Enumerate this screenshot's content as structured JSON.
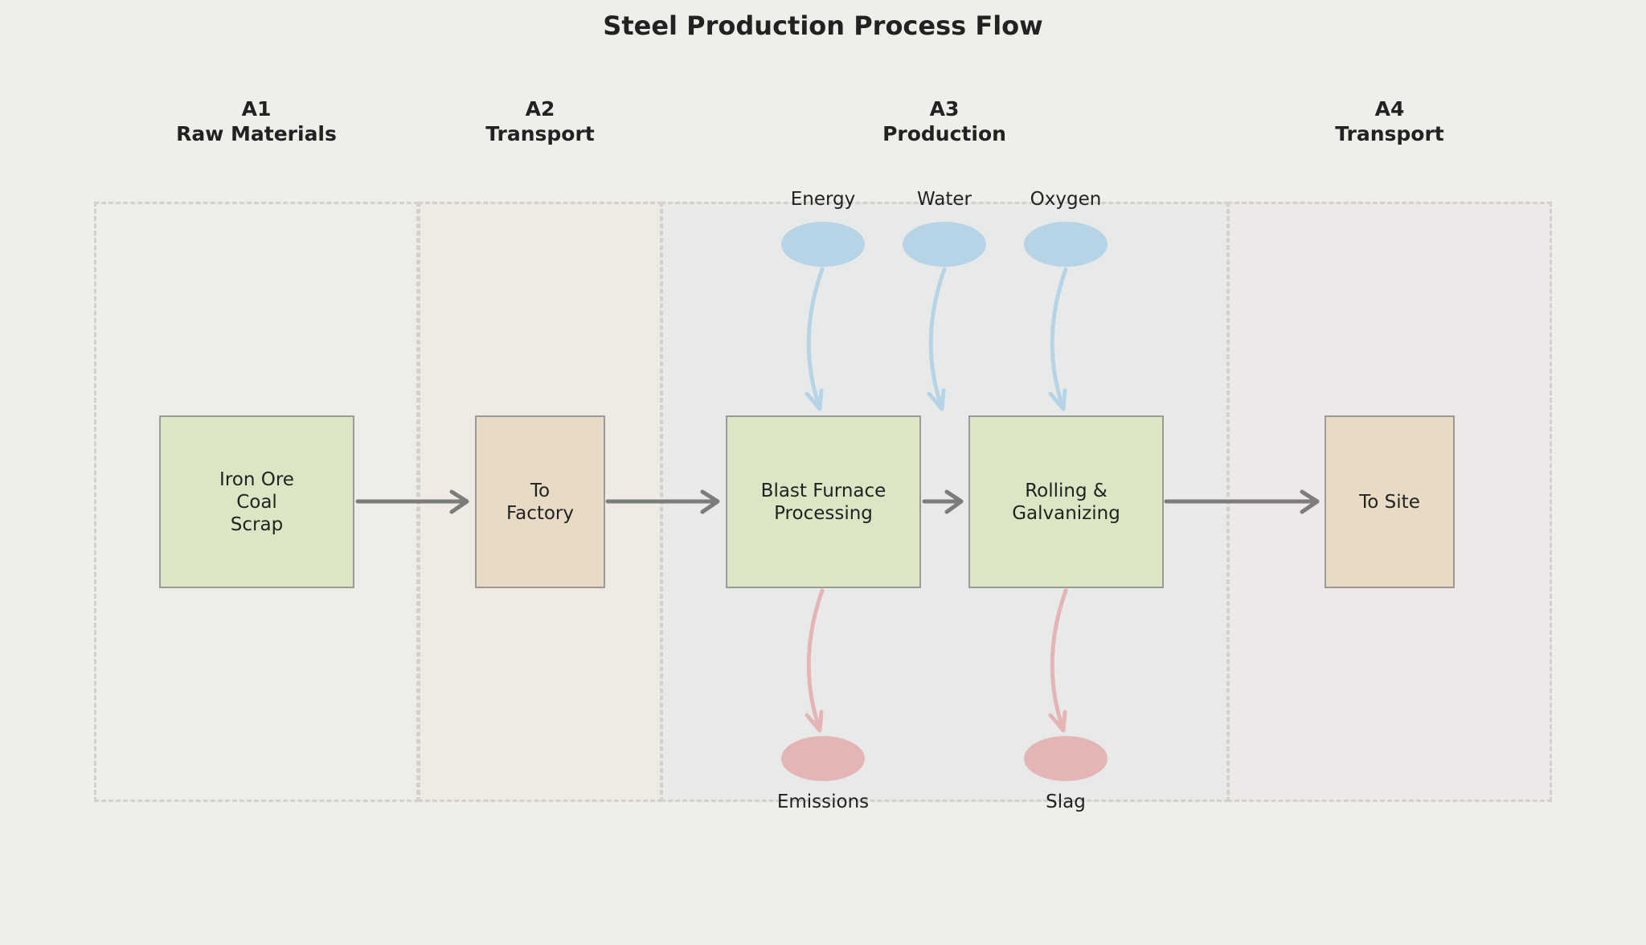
{
  "title": "Steel Production Process Flow",
  "stages": [
    {
      "code": "A1",
      "name": "Raw Materials"
    },
    {
      "code": "A2",
      "name": "Transport"
    },
    {
      "code": "A3",
      "name": "Production"
    },
    {
      "code": "A4",
      "name": "Transport"
    }
  ],
  "process_boxes": [
    {
      "label": "Iron Ore\nCoal\nScrap"
    },
    {
      "label": "To\nFactory"
    },
    {
      "label": "Blast Furnace\nProcessing"
    },
    {
      "label": "Rolling &\nGalvanizing"
    },
    {
      "label": "To Site"
    }
  ],
  "inputs": [
    "Energy",
    "Water",
    "Oxygen"
  ],
  "outputs": [
    "Emissions",
    "Slag"
  ],
  "colors": {
    "background": "#efeeea",
    "process_green": "#dbe7c4",
    "transport_tan": "#e7dbc5",
    "input_blue": "#b6d4e6",
    "output_red": "#e5b4b4",
    "flow_arrow": "#7c7c7a",
    "panel_border": "#d2d1cc",
    "panel_a1": "#eeeee8",
    "panel_a2": "#efebe4",
    "panel_a3": "#e8eaea",
    "panel_a4": "#efe8e8"
  }
}
